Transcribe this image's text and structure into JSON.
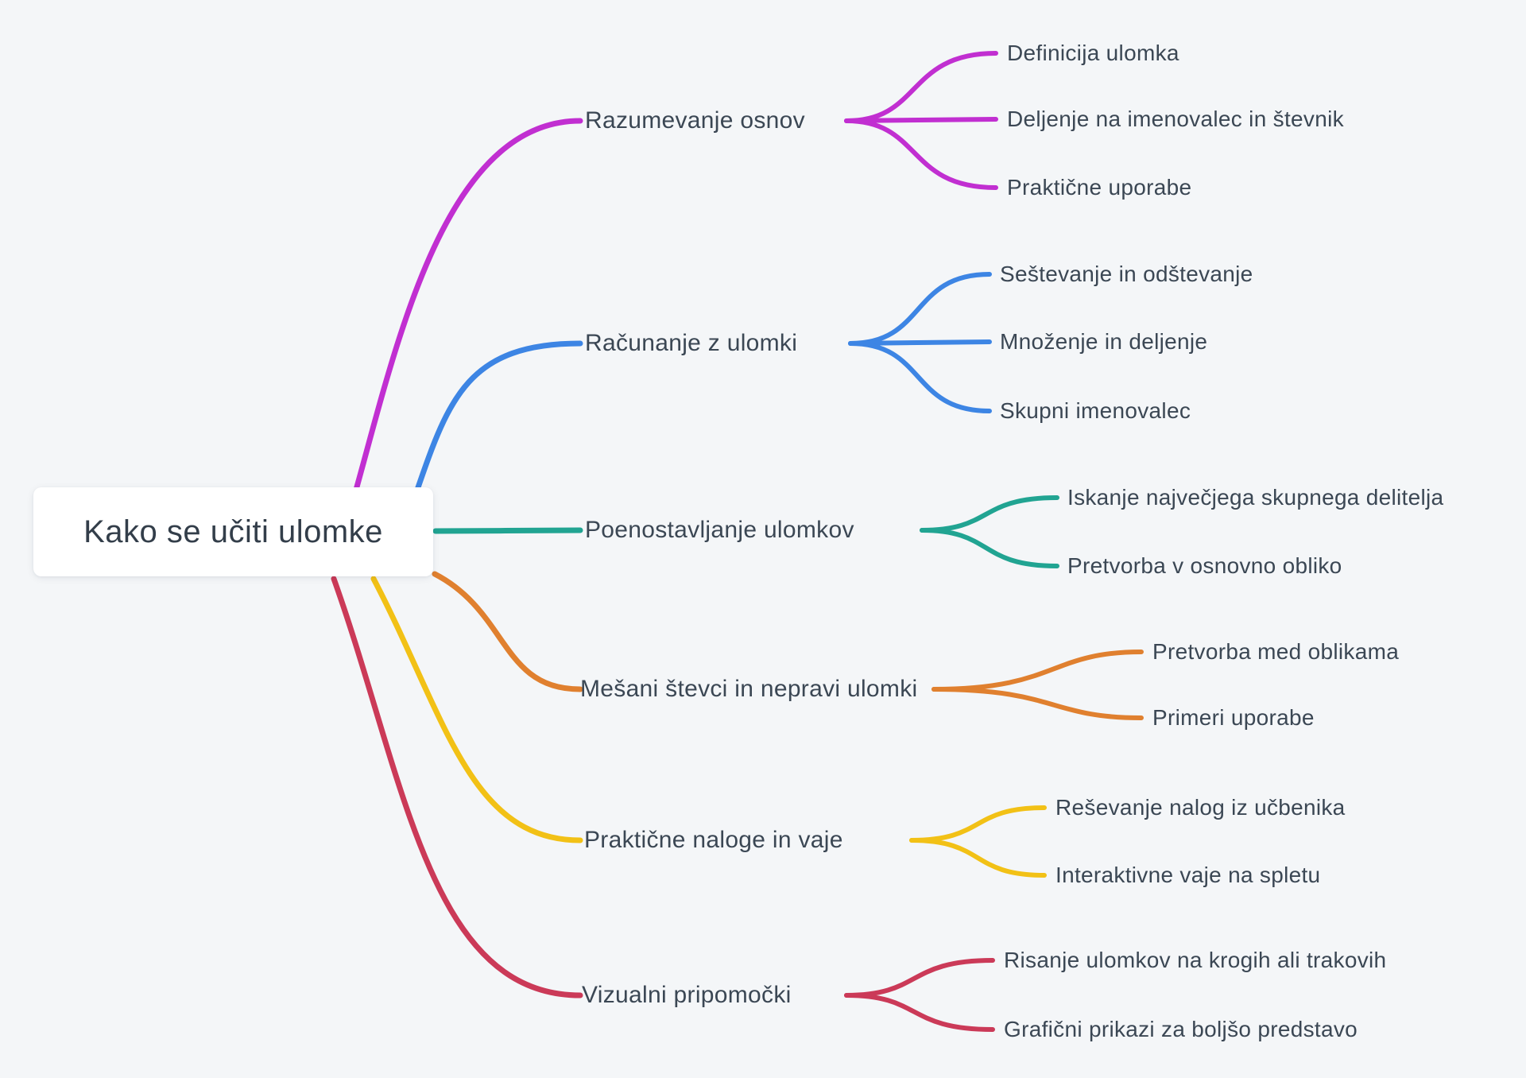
{
  "canvas": {
    "background": "#f4f6f8",
    "text_color": "#3b4754"
  },
  "root": {
    "label": "Kako se učiti ulomke"
  },
  "branches": [
    {
      "label": "Razumevanje osnov",
      "color": "#c12fd1",
      "children": [
        "Definicija ulomka",
        "Deljenje na imenovalec in števnik",
        "Praktične uporabe"
      ]
    },
    {
      "label": "Računanje z ulomki",
      "color": "#3d85e4",
      "children": [
        "Seštevanje in odštevanje",
        "Množenje in deljenje",
        "Skupni imenovalec"
      ]
    },
    {
      "label": "Poenostavljanje ulomkov",
      "color": "#21a492",
      "children": [
        "Iskanje največjega skupnega delitelja",
        "Pretvorba v osnovno obliko"
      ]
    },
    {
      "label": "Mešani števci in nepravi ulomki",
      "color": "#e0802f",
      "children": [
        "Pretvorba med oblikama",
        "Primeri uporabe"
      ]
    },
    {
      "label": "Praktične naloge in vaje",
      "color": "#f2c116",
      "children": [
        "Reševanje nalog iz učbenika",
        "Interaktivne vaje na spletu"
      ]
    },
    {
      "label": "Vizualni pripomočki",
      "color": "#cb3a58",
      "children": [
        "Risanje ulomkov na krogih ali trakovih",
        "Grafični prikazi za boljšo predstavo"
      ]
    }
  ]
}
